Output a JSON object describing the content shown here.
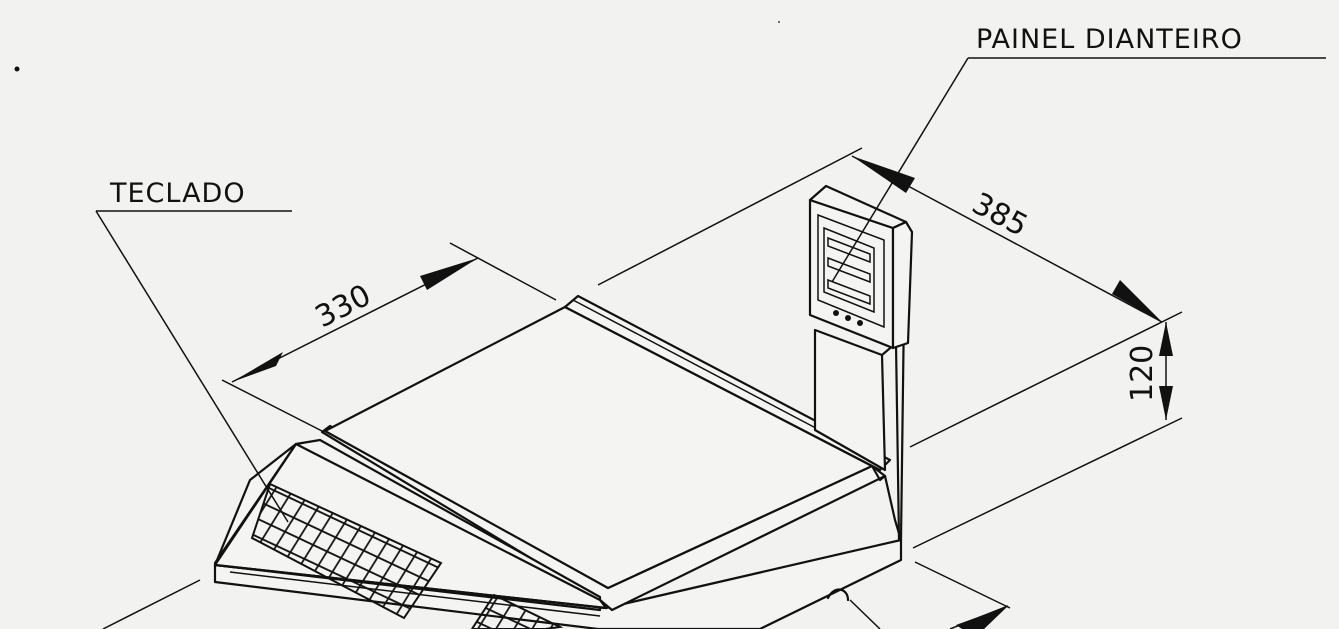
{
  "labels": {
    "front_panel": "PAINEL DIANTEIRO",
    "keyboard": "TECLADO"
  },
  "dimensions": {
    "width": "330",
    "depth": "385",
    "height": "120"
  },
  "colors": {
    "ink": "#111111",
    "paper": "#f2f2f0"
  }
}
